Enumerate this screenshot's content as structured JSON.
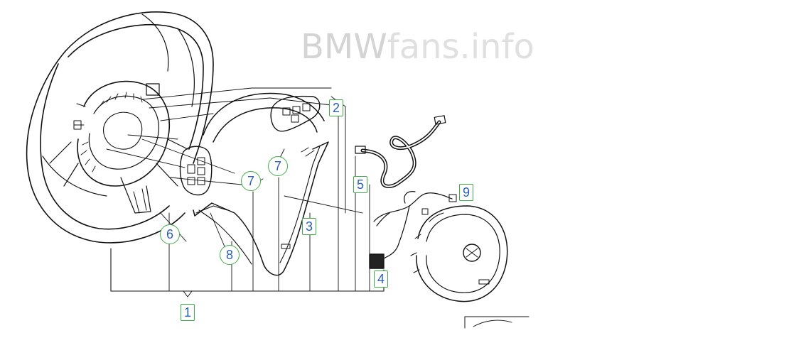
{
  "watermark": {
    "brand": "BMW",
    "suffix": "fans.info"
  },
  "callouts": [
    "1",
    "2",
    "3",
    "4",
    "5",
    "6",
    "7",
    "7",
    "8",
    "9"
  ],
  "colors": {
    "line": "#111111",
    "callout_border": "#3fae49",
    "callout_text": "#2b5fbd",
    "watermark": "#d8d8d8"
  }
}
